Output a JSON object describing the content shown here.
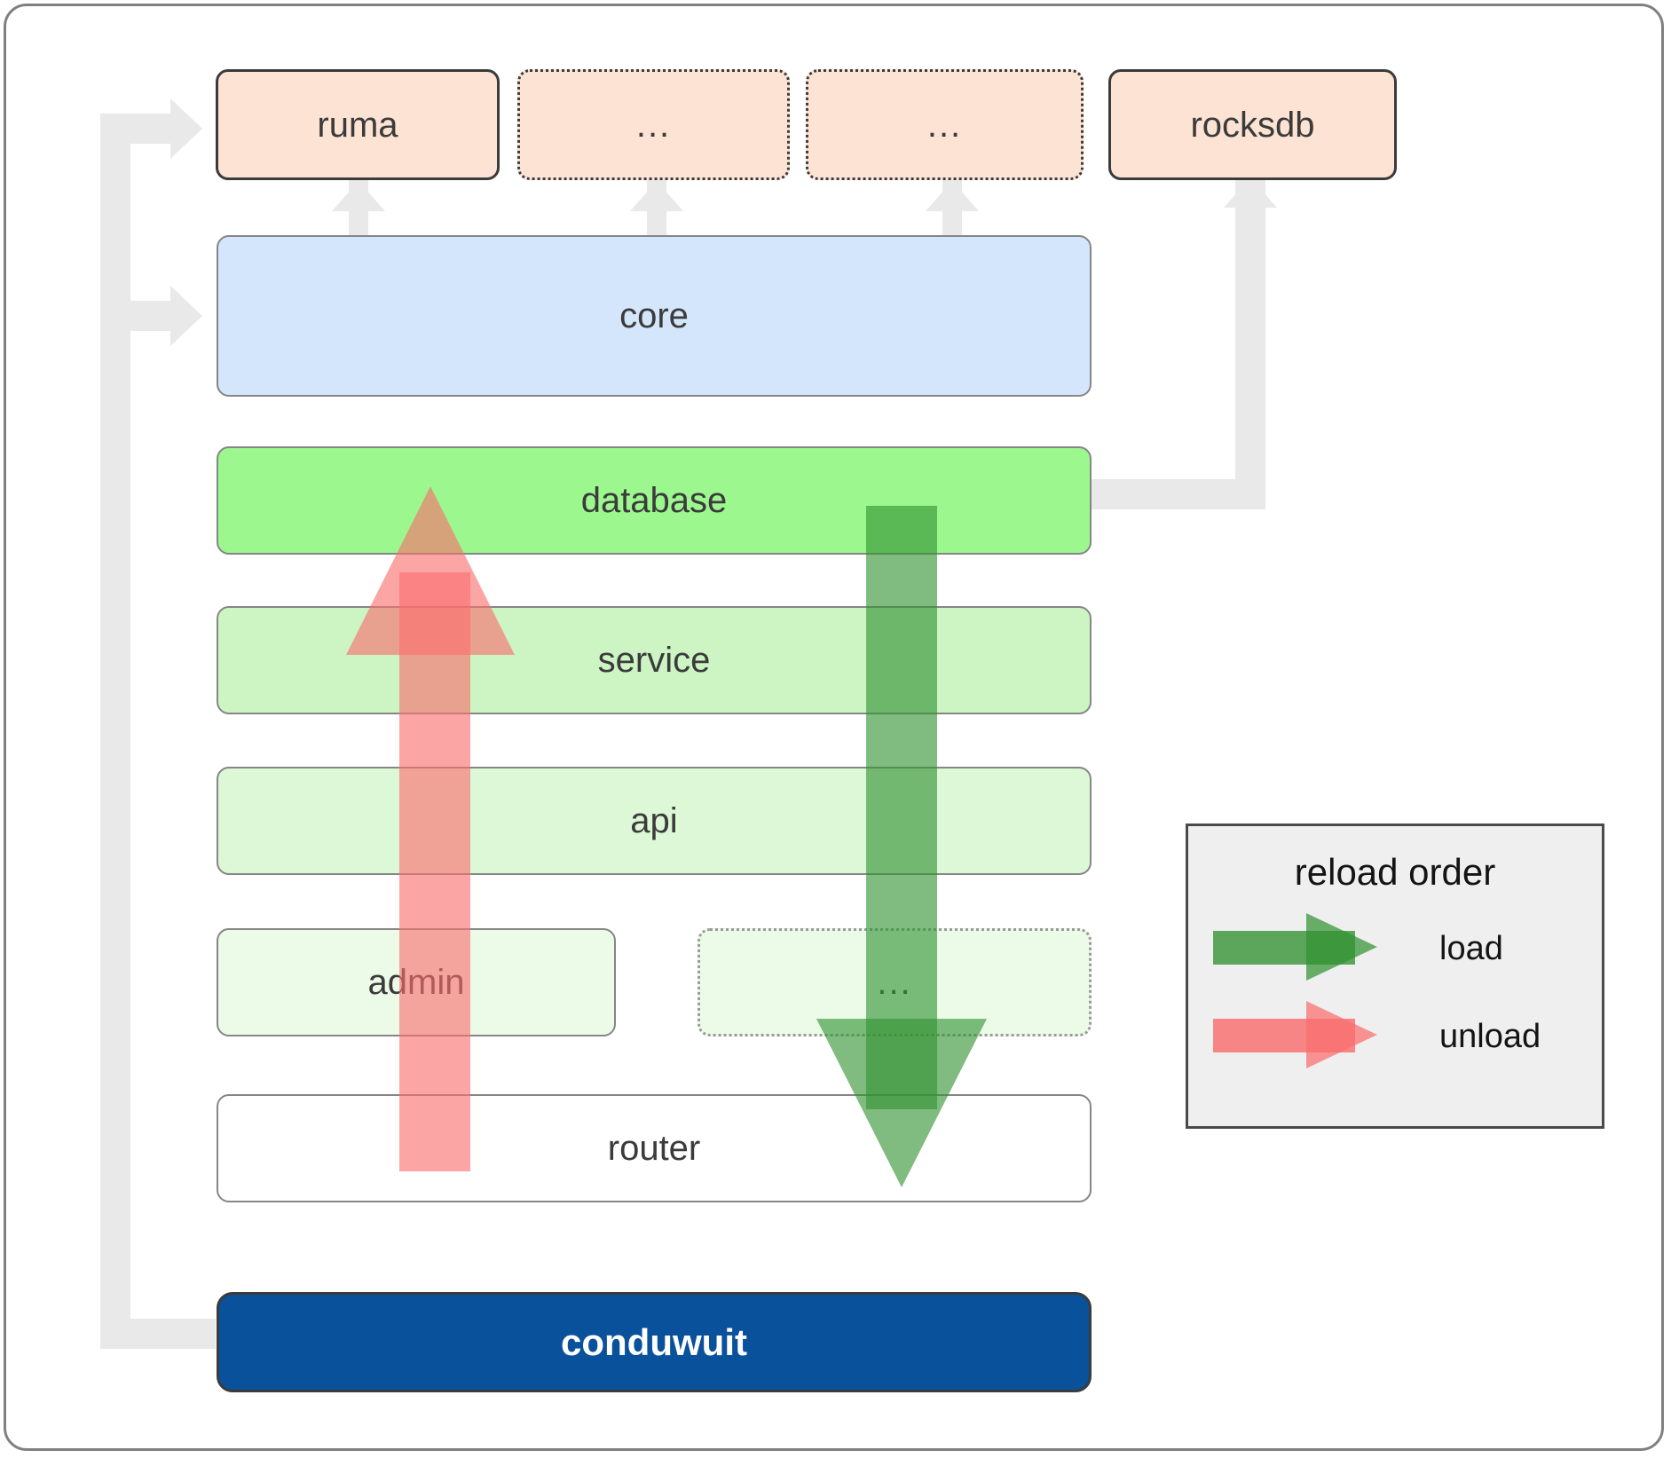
{
  "diagram": {
    "title": "conduwuit crate layer / reload order diagram",
    "colors": {
      "frame_border": "#808080",
      "dependency_box_fill": "#fce3d4",
      "core_fill": "#d4e6fb",
      "database_fill": "#9cf78f",
      "service_fill": "#cdf5c4",
      "api_fill": "#ddf8d6",
      "admin_fill": "#ebfbe7",
      "dots_fill": "#ebfbe7",
      "router_fill": "#ffffff",
      "conduwuit_fill": "#09519b",
      "conduwuit_text": "#ffffff",
      "load_arrow": "#55a055",
      "unload_arrow": "#fa8585",
      "connector_gray": "#e9e9e9",
      "label_text": "#3b3b3b",
      "legend_bg": "#efefef",
      "legend_border": "#4a4a4a"
    },
    "external_row": [
      {
        "label": "ruma",
        "border": "solid"
      },
      {
        "label": "...",
        "border": "dotted"
      },
      {
        "label": "...",
        "border": "dotted"
      },
      {
        "label": "rocksdb",
        "border": "solid"
      }
    ],
    "layers": [
      {
        "label": "core",
        "border": "solid"
      },
      {
        "label": "database",
        "border": "solid"
      },
      {
        "label": "service",
        "border": "solid"
      },
      {
        "label": "api",
        "border": "solid"
      },
      {
        "label": "admin",
        "border": "solid"
      },
      {
        "label": "...",
        "border": "dotted"
      },
      {
        "label": "router",
        "border": "solid"
      }
    ],
    "root": {
      "label": "conduwuit"
    },
    "legend": {
      "title": "reload order",
      "entries": [
        {
          "label": "load",
          "color": "#55a055",
          "direction": "down"
        },
        {
          "label": "unload",
          "color": "#fa8585",
          "direction": "up"
        }
      ]
    }
  }
}
